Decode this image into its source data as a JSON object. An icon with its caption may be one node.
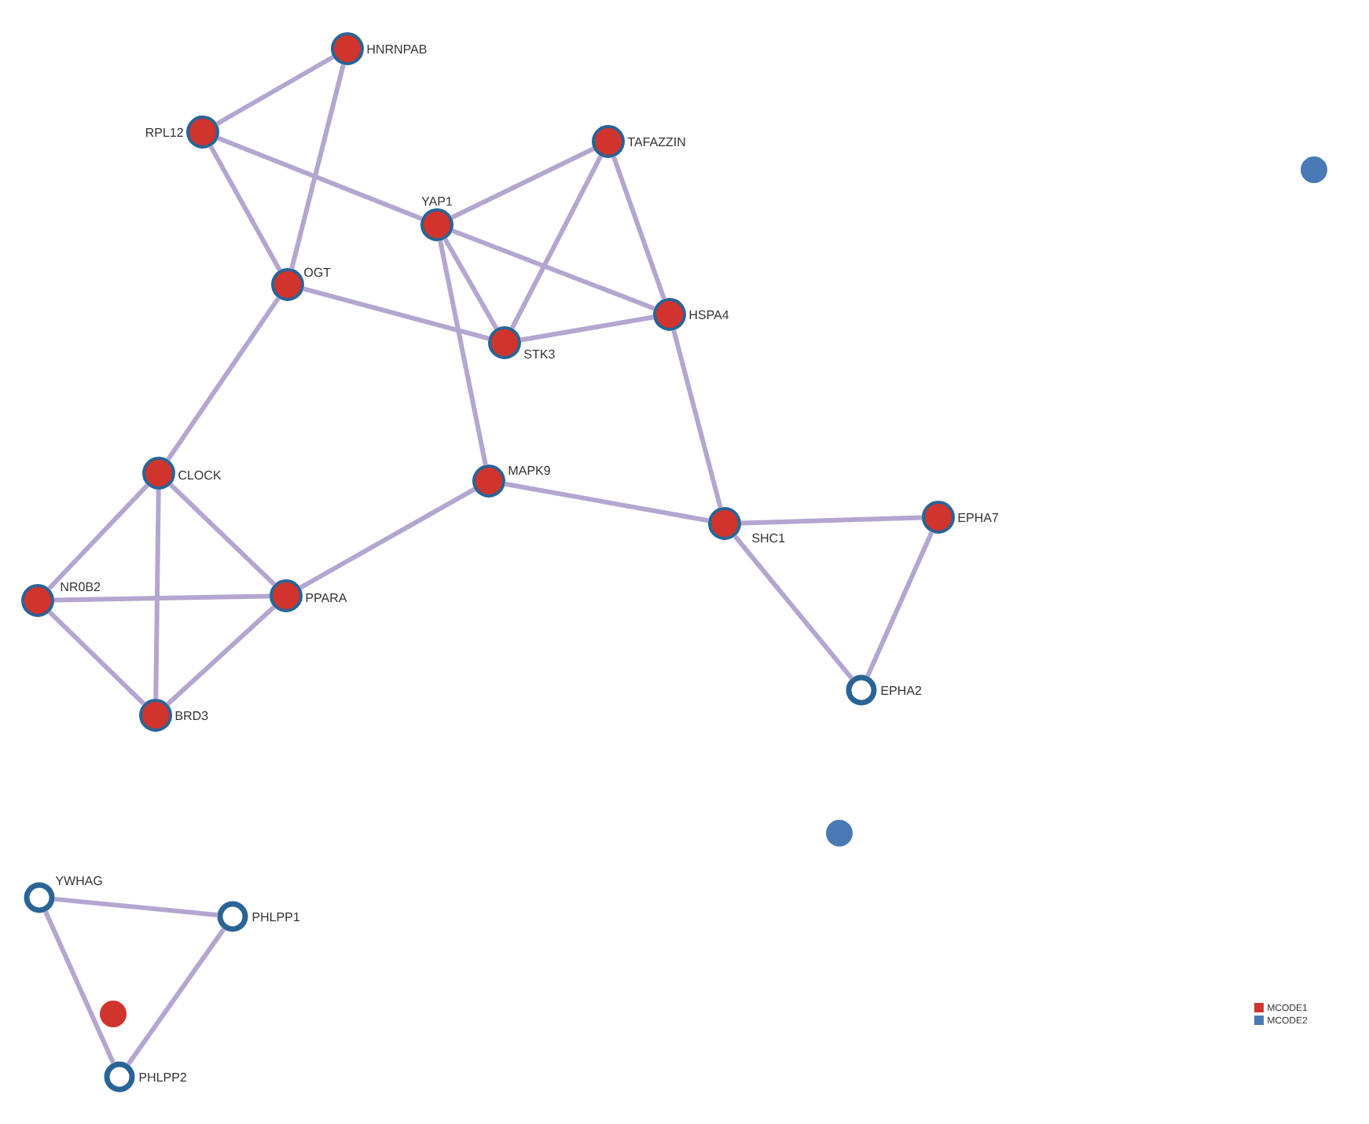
{
  "diagram": {
    "nodes": [
      {
        "text": [
          "HNRNPAB"
        ]
      },
      {
        "text": [
          "RPL12"
        ]
      },
      {
        "text": [
          "TAFAZZIN"
        ]
      },
      {
        "text": [
          "YAP1"
        ]
      },
      {
        "text": [
          "OGT"
        ]
      },
      {
        "text": [
          "HSPA4"
        ]
      },
      {
        "text": [
          "STK3"
        ]
      },
      {
        "text": [
          "CLOCK"
        ]
      },
      {
        "text": [
          "MAPK9"
        ]
      },
      {
        "text": [
          "SHC1"
        ]
      },
      {
        "text": [
          "EPHA7"
        ]
      },
      {
        "text": [
          "NR0B2"
        ]
      },
      {
        "text": [
          "PPARA"
        ]
      },
      {
        "text": [
          "BRD3"
        ]
      },
      {
        "text": [
          "EPHA2"
        ]
      },
      {
        "text": [
          "YWHAG"
        ]
      },
      {
        "text": [
          "PHLPP1"
        ]
      },
      {
        "text": [
          "PHLPP2"
        ]
      },
      {
        "text": [],
        "shape": "circle"
      },
      {
        "text": [],
        "shape": "circle"
      },
      {
        "text": [],
        "shape": "circle"
      }
    ],
    "edges": [
      {
        "from": 0,
        "to": 1,
        "arrow": "none"
      },
      {
        "from": 0,
        "to": 4,
        "arrow": "none"
      },
      {
        "from": 1,
        "to": 4,
        "arrow": "none"
      },
      {
        "from": 1,
        "to": 3,
        "arrow": "none"
      },
      {
        "from": 3,
        "to": 2,
        "arrow": "none"
      },
      {
        "from": 3,
        "to": 5,
        "arrow": "none"
      },
      {
        "from": 3,
        "to": 6,
        "arrow": "none"
      },
      {
        "from": 3,
        "to": 8,
        "arrow": "none"
      },
      {
        "from": 2,
        "to": 6,
        "arrow": "none"
      },
      {
        "from": 2,
        "to": 5,
        "arrow": "none"
      },
      {
        "from": 4,
        "to": 6,
        "arrow": "none"
      },
      {
        "from": 6,
        "to": 5,
        "arrow": "none"
      },
      {
        "from": 4,
        "to": 7,
        "arrow": "none"
      },
      {
        "from": 5,
        "to": 9,
        "arrow": "none"
      },
      {
        "from": 8,
        "to": 9,
        "arrow": "none"
      },
      {
        "from": 8,
        "to": 12,
        "arrow": "none"
      },
      {
        "from": 9,
        "to": 10,
        "arrow": "none"
      },
      {
        "from": 9,
        "to": 14,
        "arrow": "none"
      },
      {
        "from": 10,
        "to": 14,
        "arrow": "none"
      },
      {
        "from": 7,
        "to": 11,
        "arrow": "none"
      },
      {
        "from": 7,
        "to": 13,
        "arrow": "none"
      },
      {
        "from": 7,
        "to": 12,
        "arrow": "none"
      },
      {
        "from": 11,
        "to": 12,
        "arrow": "none"
      },
      {
        "from": 11,
        "to": 13,
        "arrow": "none"
      },
      {
        "from": 13,
        "to": 12,
        "arrow": "none"
      },
      {
        "from": 15,
        "to": 16,
        "arrow": "none"
      },
      {
        "from": 15,
        "to": 17,
        "arrow": "none"
      },
      {
        "from": 16,
        "to": 17,
        "arrow": "none"
      }
    ],
    "legend": [
      {
        "text": "MCODE1",
        "color": "#d0342c"
      },
      {
        "text": "MCODE2",
        "color": "#4a7ab5"
      }
    ]
  }
}
